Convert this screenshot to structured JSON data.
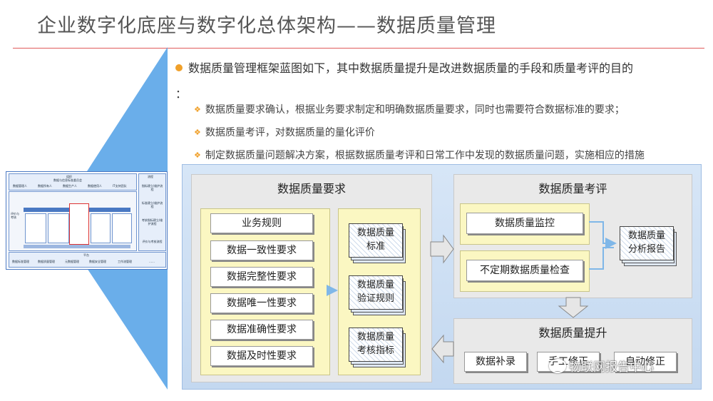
{
  "title": "企业数字化底座与数字化总体架构——数据质量管理",
  "intro": {
    "main": "数据质量管理框架蓝图如下，其中数据质量提升是改进数据质量的手段和质量考评的目的",
    "main_cont": "：",
    "points": [
      "数据质量要求确认，根据业务要求制定和明确数据质量要求，同时也需要符合数据标准的要求；",
      "数据质量考评，对数据质量的量化评价",
      "制定数据质量问题解决方案，根据数据质量考评和日常工作中发现的数据质量问题，实施相应的措施"
    ]
  },
  "thumbnail": {
    "top_title": "组织",
    "top_sub": "数据与信息标准委员会",
    "roles": [
      "数据管理人",
      "数据所有人",
      "数据生产人",
      "数据使用人",
      "IT支持团队"
    ],
    "right_title": "流程",
    "right_items": [
      "指标建立/维护流程",
      "标准建立/维护流程",
      "考核指标建立/维护流程",
      "评价与考核流程"
    ],
    "left_label": "评价与考核",
    "bottom_title": "平台",
    "bottom_items": [
      "数据标准管理",
      "数据质量管理",
      "元数据管理",
      "数据安全管理",
      "工作流管理",
      "……"
    ]
  },
  "diagram": {
    "req_panel_title": "数据质量要求",
    "req_items": [
      "业务规则",
      "数据一致性要求",
      "数据完整性要求",
      "数据唯一性要求",
      "数据准确性要求",
      "数据及时性要求"
    ],
    "req_docs": [
      [
        "数据质量",
        "标准"
      ],
      [
        "数据质量",
        "验证规则"
      ],
      [
        "数据质量",
        "考核指标"
      ]
    ],
    "eval_panel_title": "数据质量考评",
    "eval_items": [
      "数据质量监控",
      "不定期数据质量检查"
    ],
    "eval_doc": [
      "数据质量",
      "分析报告"
    ],
    "improve_panel_title": "数据质量提升",
    "improve_items": [
      "数据补录",
      "手工修正",
      "自动修正"
    ]
  },
  "watermark": "物联网报告中心",
  "colors": {
    "accent": "#f0a02a",
    "title_rule": "#e05b5b",
    "diagram_bg": "#c3d8f0",
    "doc_panel": "#fbf7c2"
  }
}
